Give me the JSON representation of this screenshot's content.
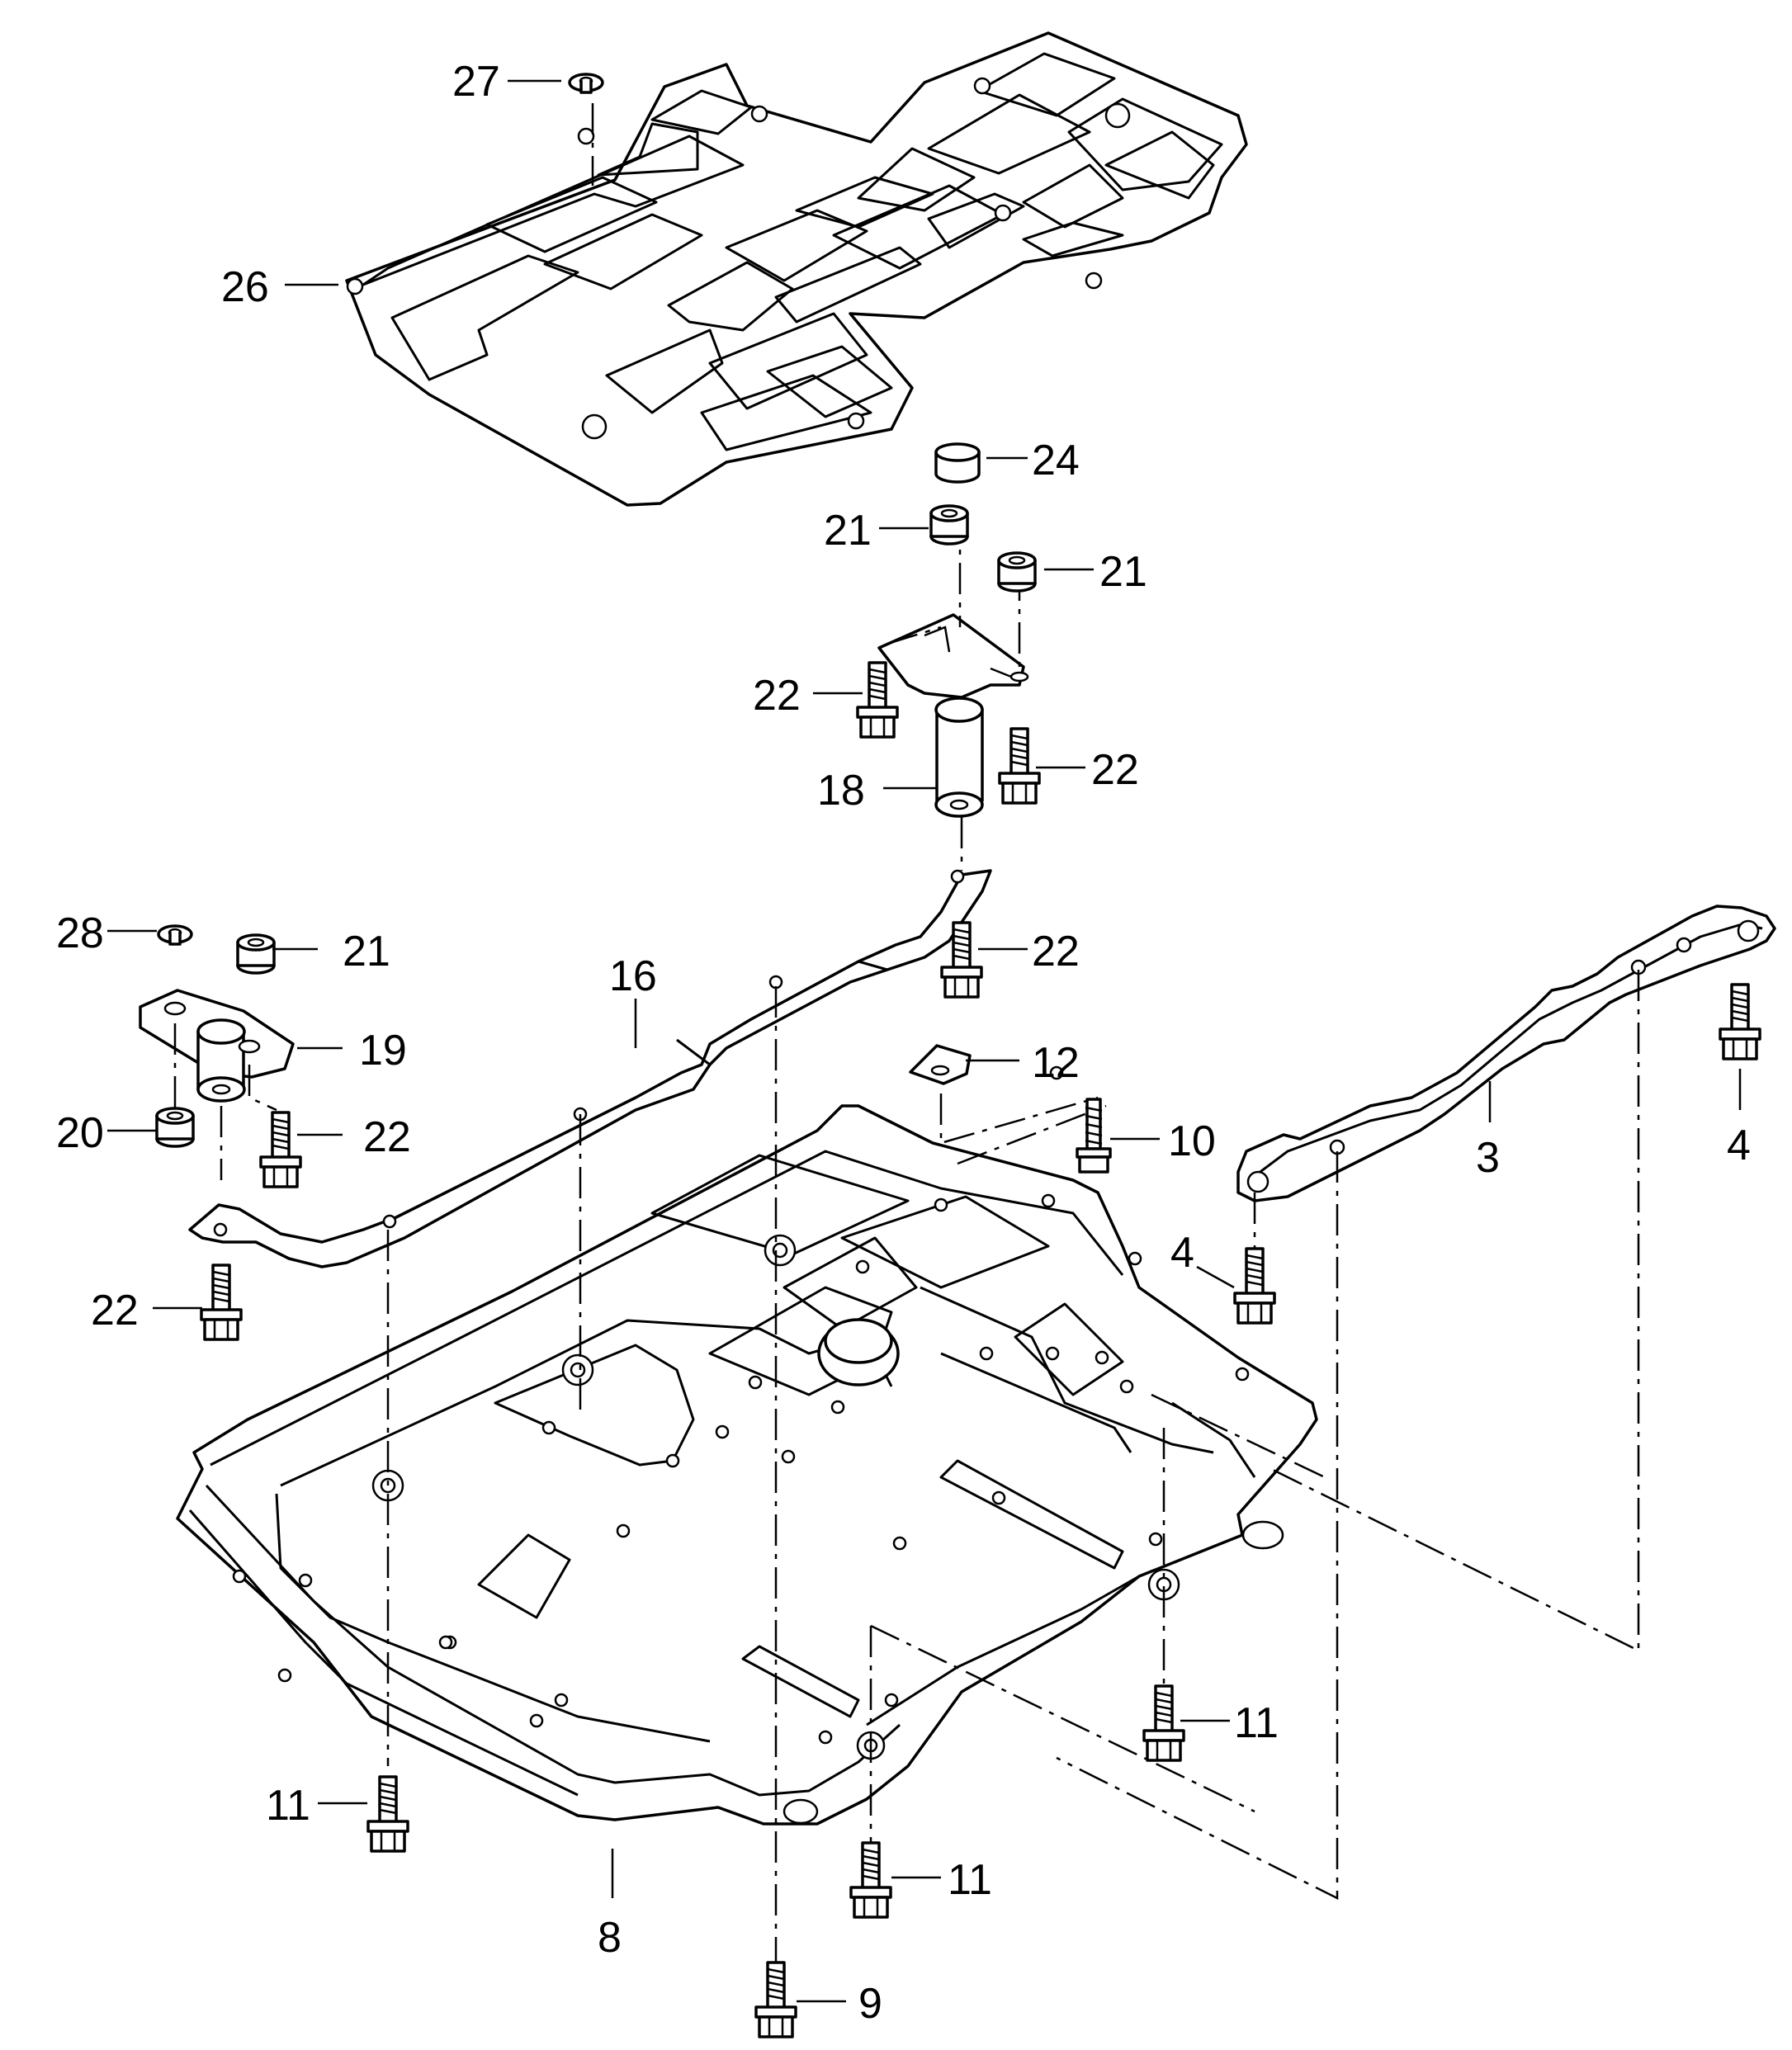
{
  "callouts": [
    {
      "id": "c27",
      "text": "27"
    },
    {
      "id": "c26",
      "text": "26"
    },
    {
      "id": "c24",
      "text": "24"
    },
    {
      "id": "c21a",
      "text": "21"
    },
    {
      "id": "c21b",
      "text": "21"
    },
    {
      "id": "c22a",
      "text": "22"
    },
    {
      "id": "c22b",
      "text": "22"
    },
    {
      "id": "c18",
      "text": "18"
    },
    {
      "id": "c22c",
      "text": "22"
    },
    {
      "id": "c28",
      "text": "28"
    },
    {
      "id": "c21c",
      "text": "21"
    },
    {
      "id": "c16",
      "text": "16"
    },
    {
      "id": "c19",
      "text": "19"
    },
    {
      "id": "c20",
      "text": "20"
    },
    {
      "id": "c22d",
      "text": "22"
    },
    {
      "id": "c22e",
      "text": "22"
    },
    {
      "id": "c12",
      "text": "12"
    },
    {
      "id": "c10",
      "text": "10"
    },
    {
      "id": "c3",
      "text": "3"
    },
    {
      "id": "c4a",
      "text": "4"
    },
    {
      "id": "c4b",
      "text": "4"
    },
    {
      "id": "c11a",
      "text": "11"
    },
    {
      "id": "c11b",
      "text": "11"
    },
    {
      "id": "c11c",
      "text": "11"
    },
    {
      "id": "c8",
      "text": "8"
    },
    {
      "id": "c9",
      "text": "9"
    }
  ]
}
